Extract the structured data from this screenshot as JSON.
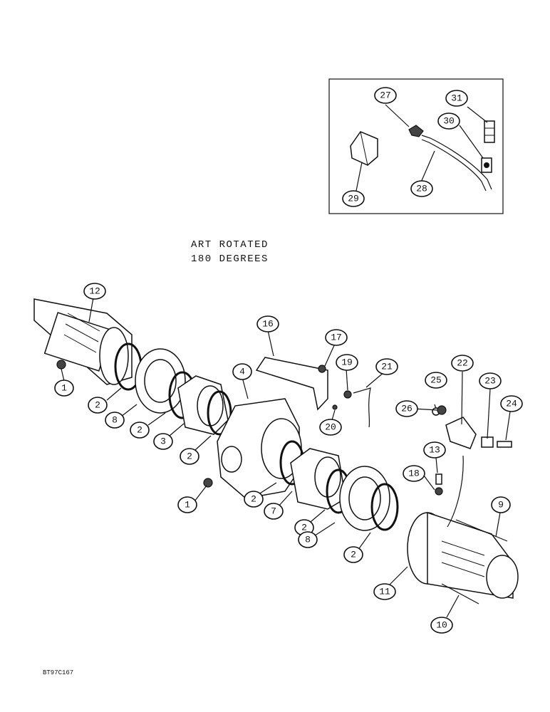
{
  "note": {
    "line1": "ART  ROTATED",
    "line2": "180  DEGREES"
  },
  "figure_code": "BT97C167",
  "callouts": {
    "c1a": "1",
    "c1b": "1",
    "c2a": "2",
    "c2b": "2",
    "c2c": "2",
    "c2d": "2",
    "c2e": "2",
    "c2f": "2",
    "c3": "3",
    "c4": "4",
    "c7": "7",
    "c8a": "8",
    "c8b": "8",
    "c9": "9",
    "c10": "10",
    "c11": "11",
    "c12": "12",
    "c13": "13",
    "c16": "16",
    "c17": "17",
    "c18": "18",
    "c19": "19",
    "c20": "20",
    "c21": "21",
    "c22": "22",
    "c23": "23",
    "c24": "24",
    "c25": "25",
    "c26": "26",
    "c27": "27",
    "c28": "28",
    "c29": "29",
    "c30": "30",
    "c31": "31"
  }
}
